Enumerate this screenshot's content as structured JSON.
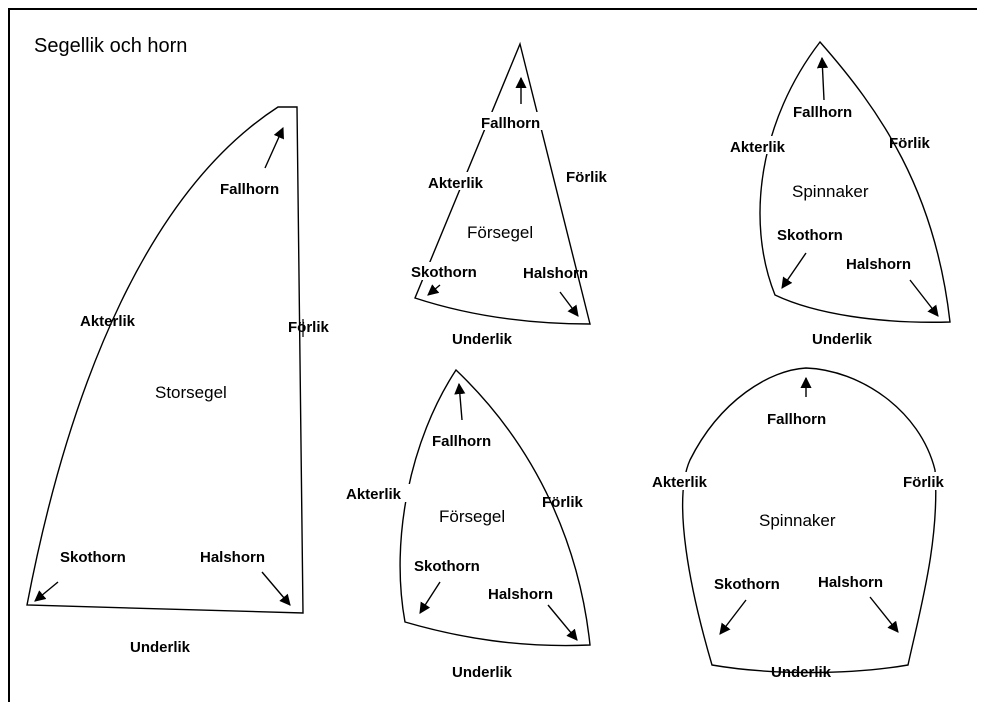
{
  "title": "Segellik och horn",
  "labels": {
    "fallhorn": "Fallhorn",
    "akterlik": "Akterlik",
    "forlik": "Förlik",
    "skothorn": "Skothorn",
    "halshorn": "Halshorn",
    "underlik": "Underlik"
  },
  "sails": {
    "storsegel": "Storsegel",
    "forsegel": "Försegel",
    "spinnaker": "Spinnaker"
  }
}
